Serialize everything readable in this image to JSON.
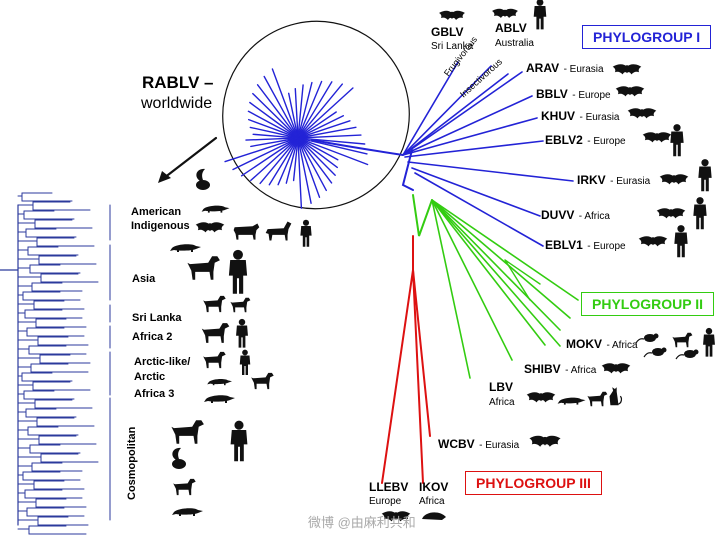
{
  "colors": {
    "phylogroup1": "#2323d6",
    "phylogroup2": "#33cc11",
    "phylogroup3": "#dd1111",
    "rabv_tree": "#2b3a9c",
    "silhouette": "#111111"
  },
  "rablv": {
    "title": "RABLV –",
    "subtitle": "worldwide"
  },
  "phylogroups": [
    {
      "label": "PHYLOGROUP I"
    },
    {
      "label": "PHYLOGROUP II"
    },
    {
      "label": "PHYLOGROUP III"
    }
  ],
  "viruses": [
    {
      "name": "GBLV",
      "region": "Sri Lanka"
    },
    {
      "name": "ABLV",
      "region": "Australia"
    },
    {
      "name": "ARAV",
      "region": "- Eurasia"
    },
    {
      "name": "BBLV",
      "region": "- Europe"
    },
    {
      "name": "KHUV",
      "region": "- Eurasia"
    },
    {
      "name": "EBLV2",
      "region": "- Europe"
    },
    {
      "name": "IRKV",
      "region": "- Eurasia"
    },
    {
      "name": "DUVV",
      "region": "- Africa"
    },
    {
      "name": "EBLV1",
      "region": "- Europe"
    },
    {
      "name": "MOKV",
      "region": "- Africa"
    },
    {
      "name": "SHIBV",
      "region": "- Africa"
    },
    {
      "name": "LBV",
      "region": "Africa"
    },
    {
      "name": "WCBV",
      "region": "- Eurasia"
    },
    {
      "name": "LLEBV",
      "region": "Europe"
    },
    {
      "name": "IKOV",
      "region": "Africa"
    }
  ],
  "abl_branches": {
    "frugivorous": "Frugivorous",
    "insectivorous": "Insectivorous"
  },
  "rabv_groups": [
    {
      "line1": "American",
      "line2": "Indigenous"
    },
    {
      "line1": "Asia",
      "line2": ""
    },
    {
      "line1": "Sri Lanka",
      "line2": ""
    },
    {
      "line1": "Africa 2",
      "line2": ""
    },
    {
      "line1": "Arctic-like/",
      "line2": "Arctic"
    },
    {
      "line1": "Africa 3",
      "line2": ""
    },
    {
      "line1": "Cosmopolitan",
      "line2": ""
    }
  ],
  "watermark": "微博 @由麻利共和",
  "icons": {
    "bat": "bat-icon",
    "human": "human-icon",
    "dog": "dog-icon",
    "skunk": "skunk-icon",
    "raccoon": "raccoon-icon",
    "cow": "cow-icon",
    "horse": "horse-icon",
    "badger": "badger-icon",
    "mongoose": "mongoose-icon",
    "fox": "fox-icon",
    "rodent": "rodent-icon",
    "cat": "cat-icon",
    "pangolin": "pangolin-icon"
  }
}
